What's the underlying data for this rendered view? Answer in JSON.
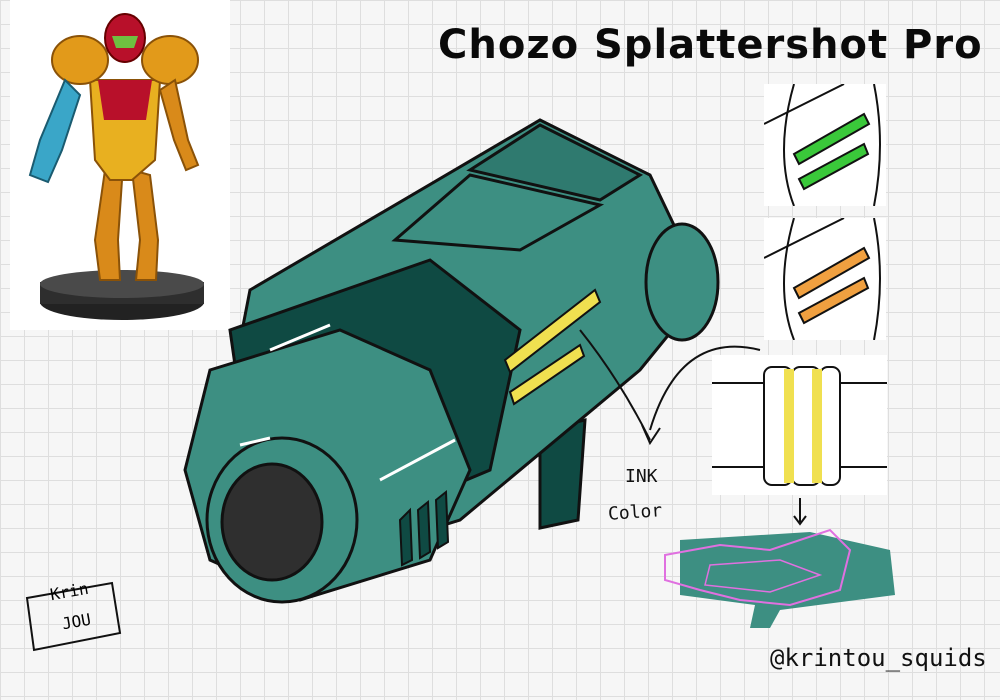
{
  "title": "Chozo Splattershot Pro",
  "annotations": {
    "ink": "INK",
    "color": "Color"
  },
  "credit": {
    "handle": "@krintou_squids"
  },
  "signature": {
    "top": "Krin",
    "bottom": "JOU"
  },
  "colors": {
    "teal": "#3d8f82",
    "dark_teal": "#0f4a43",
    "yellow_ink": "#f0e050",
    "green_ink": "#3ac83a",
    "orange_ink": "#f0a040",
    "figure_orange": "#d98a1a",
    "figure_red": "#b8102a"
  }
}
